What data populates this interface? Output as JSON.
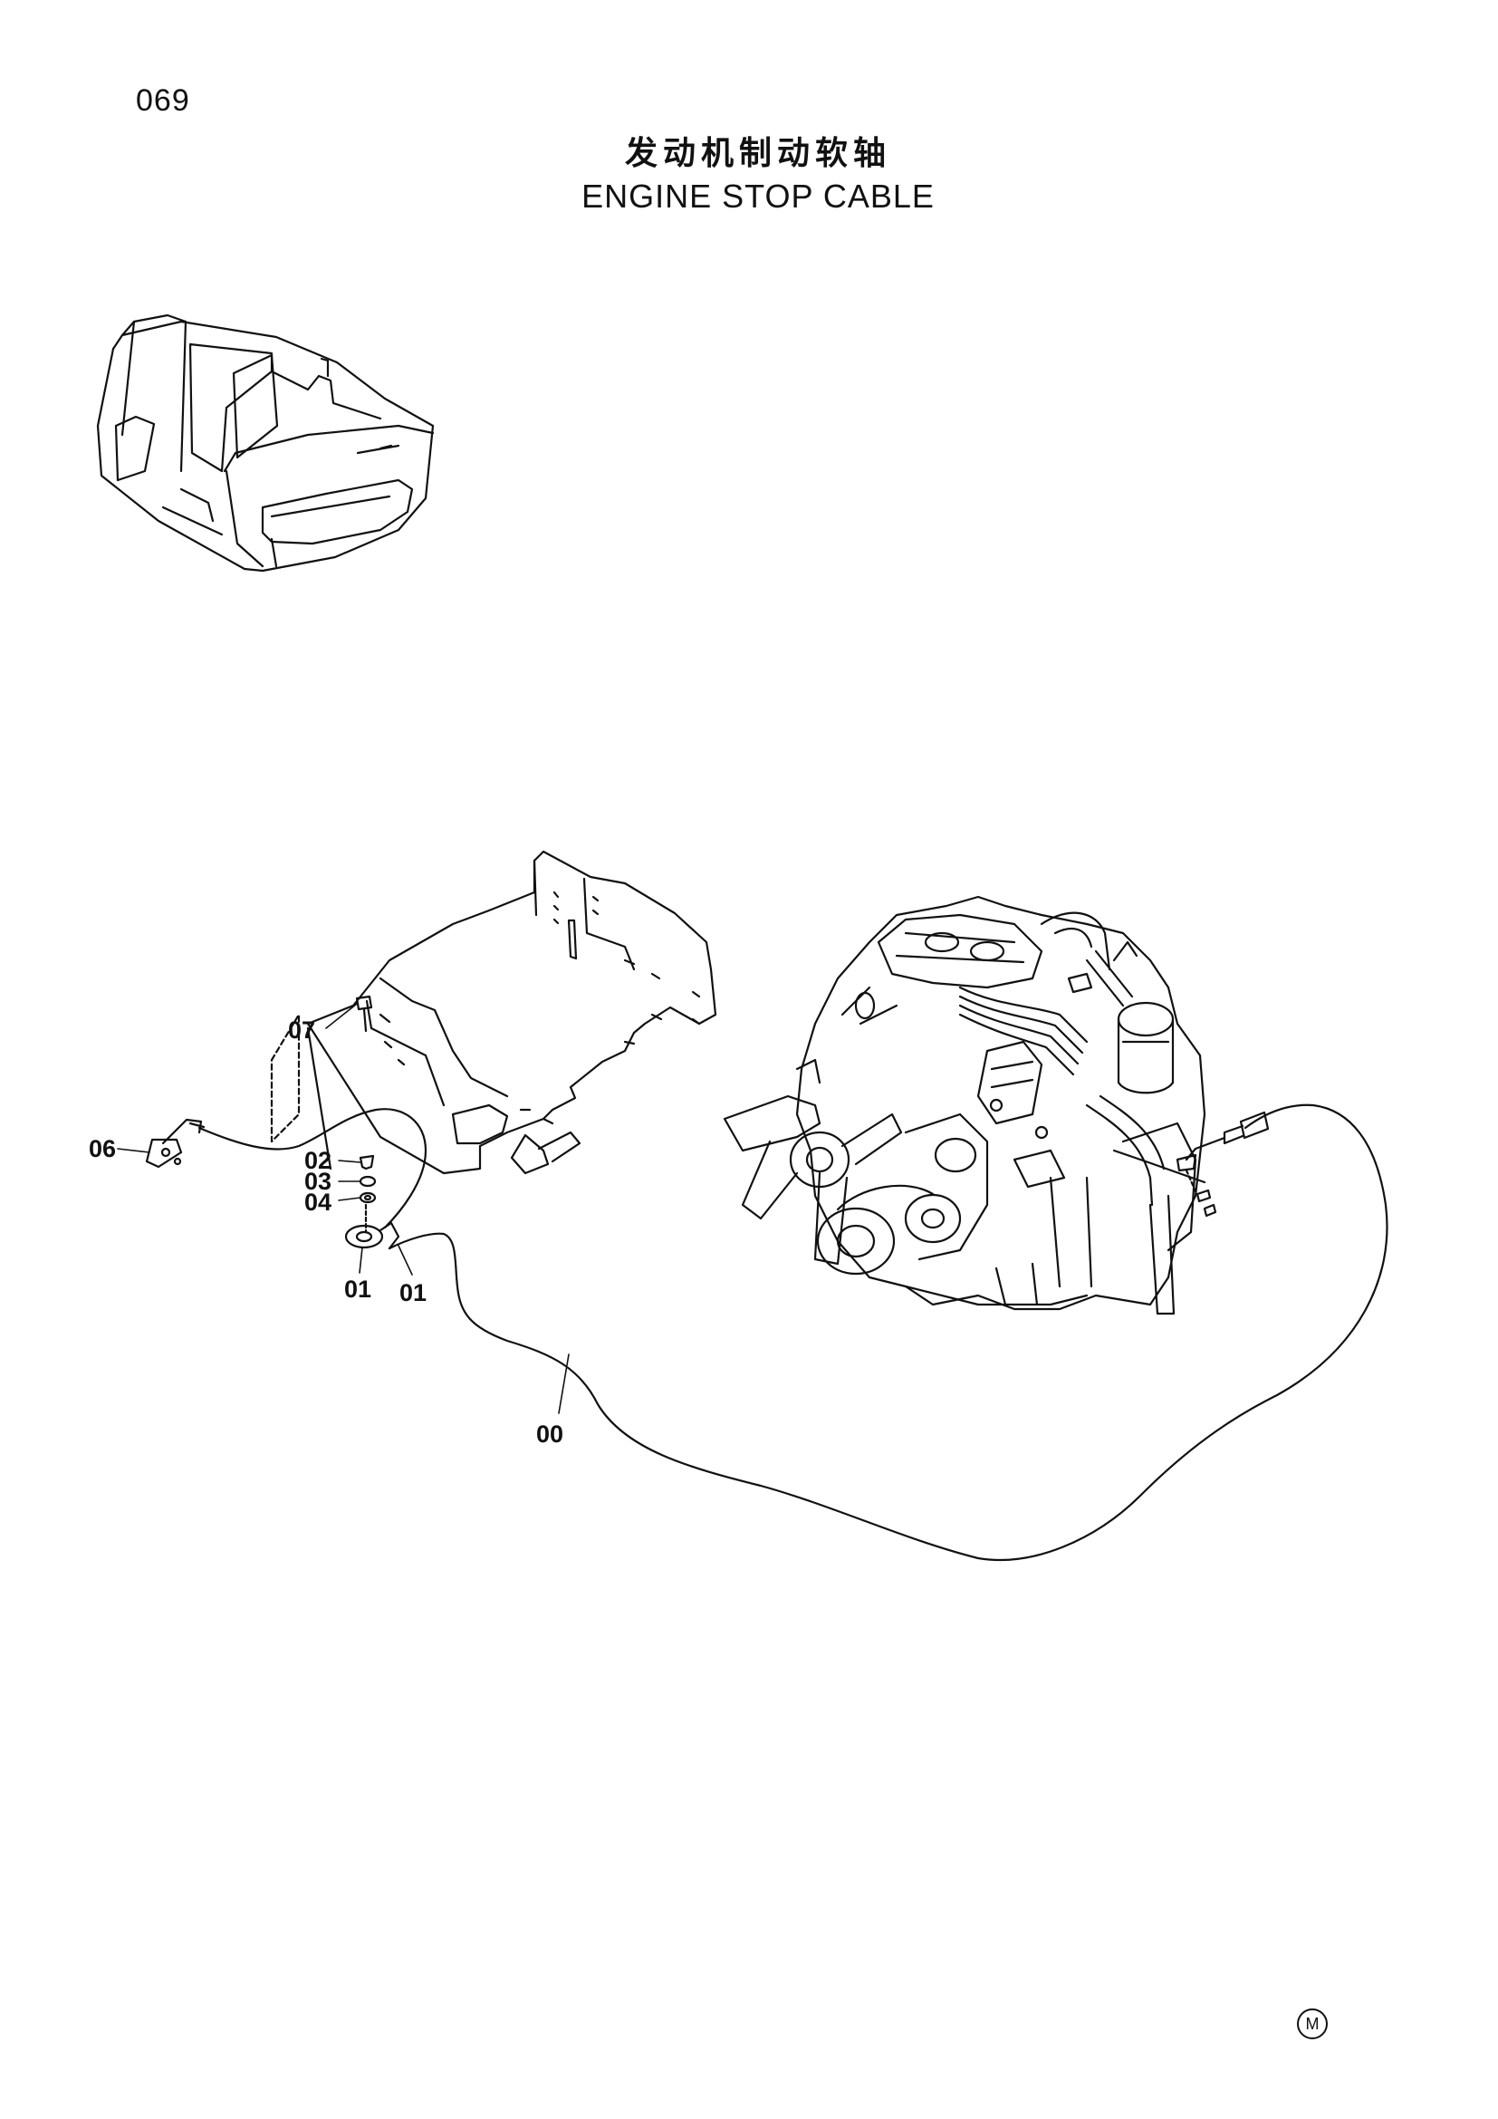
{
  "page": {
    "number": "069",
    "title_cn": "发动机制动软轴",
    "title_en": "ENGINE STOP CABLE",
    "mark": "M"
  },
  "callouts": {
    "c07": "07",
    "c06": "06",
    "c02": "02",
    "c03": "03",
    "c04": "04",
    "c01a": "01",
    "c01b": "01",
    "c00": "00"
  },
  "colors": {
    "line": "#111111",
    "background": "#ffffff"
  }
}
